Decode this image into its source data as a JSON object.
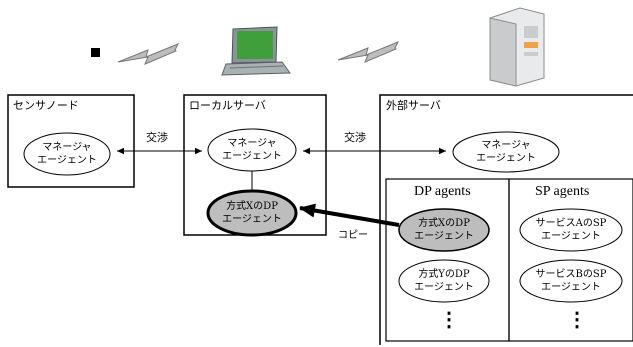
{
  "nodes": {
    "sensor": {
      "title": "センサノード",
      "agent": [
        "マネージャ",
        "エージェント"
      ]
    },
    "local": {
      "title": "ローカルサーバ",
      "manager": [
        "マネージャ",
        "エージェント"
      ],
      "dp_agent": [
        "方式XのDP",
        "エージェント"
      ]
    },
    "external": {
      "title": "外部サーバ",
      "manager": [
        "マネージャ",
        "エージェント"
      ]
    }
  },
  "panels": {
    "dp": {
      "title": "DP agents",
      "agents": [
        [
          "方式XのDP",
          "エージェント"
        ],
        [
          "方式YのDP",
          "エージェント"
        ]
      ],
      "more": "⋮"
    },
    "sp": {
      "title": "SP agents",
      "agents": [
        [
          "サービスAのSP",
          "エージェント"
        ],
        [
          "サービスBのSP",
          "エージェント"
        ]
      ],
      "more": "⋮"
    }
  },
  "links": {
    "negotiate_left": "交渉",
    "negotiate_right": "交渉",
    "copy": "コピー"
  },
  "colors": {
    "highlight_fill": "#bdbdbd",
    "stroke": "#000000"
  },
  "icons": [
    "sensor-square-icon",
    "wireless-signal-icon",
    "laptop-icon",
    "wireless-signal-icon",
    "server-tower-icon"
  ]
}
